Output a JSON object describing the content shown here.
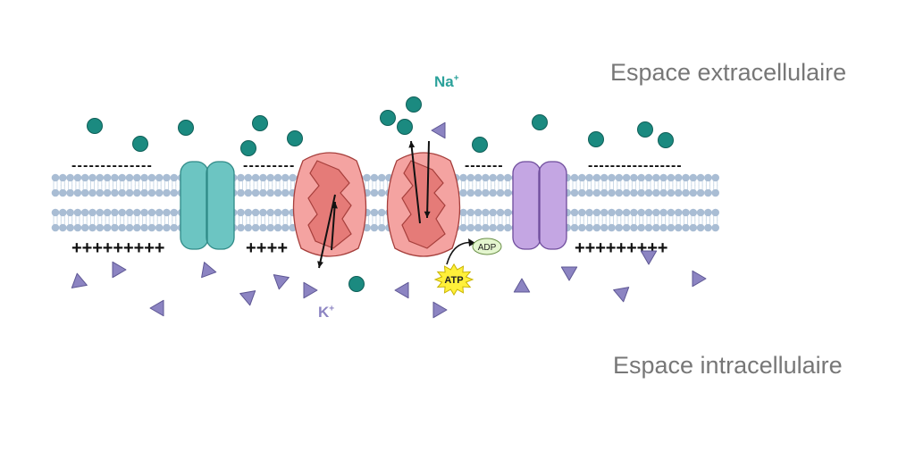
{
  "labels": {
    "extracellular": "Espace extracellulaire",
    "intracellular": "Espace intracellulaire",
    "sodium": "Na",
    "sodium_charge": "+",
    "potassium": "K",
    "potassium_charge": "+",
    "adp": "ADP",
    "atp": "ATP"
  },
  "charges": {
    "negative": "-",
    "positive": "+"
  },
  "colors": {
    "membrane_head": "#a9bdd4",
    "membrane_tail": "#cddbe8",
    "sodium_ion": "#1b8a80",
    "sodium_ion_stroke": "#0f5f58",
    "potassium_ion": "#8c84c2",
    "potassium_ion_stroke": "#5e5794",
    "channel_teal": "#6cc5c2",
    "channel_purple": "#c4a6e3",
    "pump": "#f4a3a1",
    "pump_inner": "#e57b78",
    "atp_burst": "#fff03a",
    "adp_fill": "#e4f6cf",
    "sodium_label": "#2aa19a",
    "potassium_label": "#8c84c2"
  }
}
